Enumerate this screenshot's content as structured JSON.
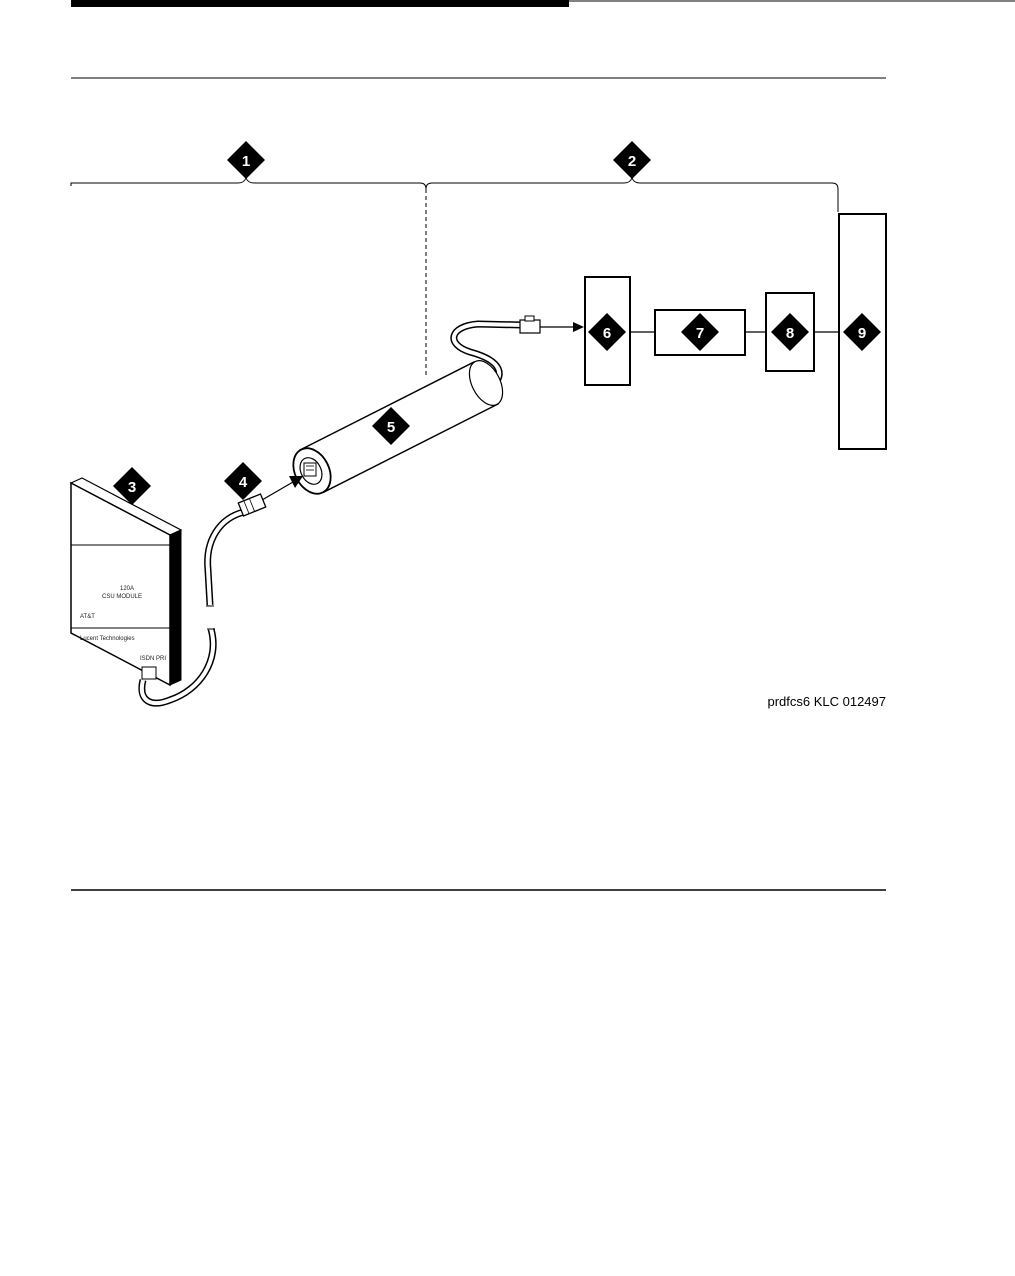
{
  "callouts": [
    {
      "label": "1"
    },
    {
      "label": "2"
    },
    {
      "label": "3"
    },
    {
      "label": "4"
    },
    {
      "label": "5"
    },
    {
      "label": "6"
    },
    {
      "label": "7"
    },
    {
      "label": "8"
    },
    {
      "label": "9"
    }
  ],
  "module_text": {
    "line1": "120A",
    "line2": "CSU MODULE",
    "brand": "AT&T",
    "maker": "Lucent Technologies",
    "small_right": "ISDN PRI"
  },
  "figure_credit": "prdfcs6 KLC 012497",
  "colors": {
    "ink": "#000000",
    "callout_fill": "#000000",
    "callout_text": "#ffffff",
    "page": "#ffffff"
  }
}
